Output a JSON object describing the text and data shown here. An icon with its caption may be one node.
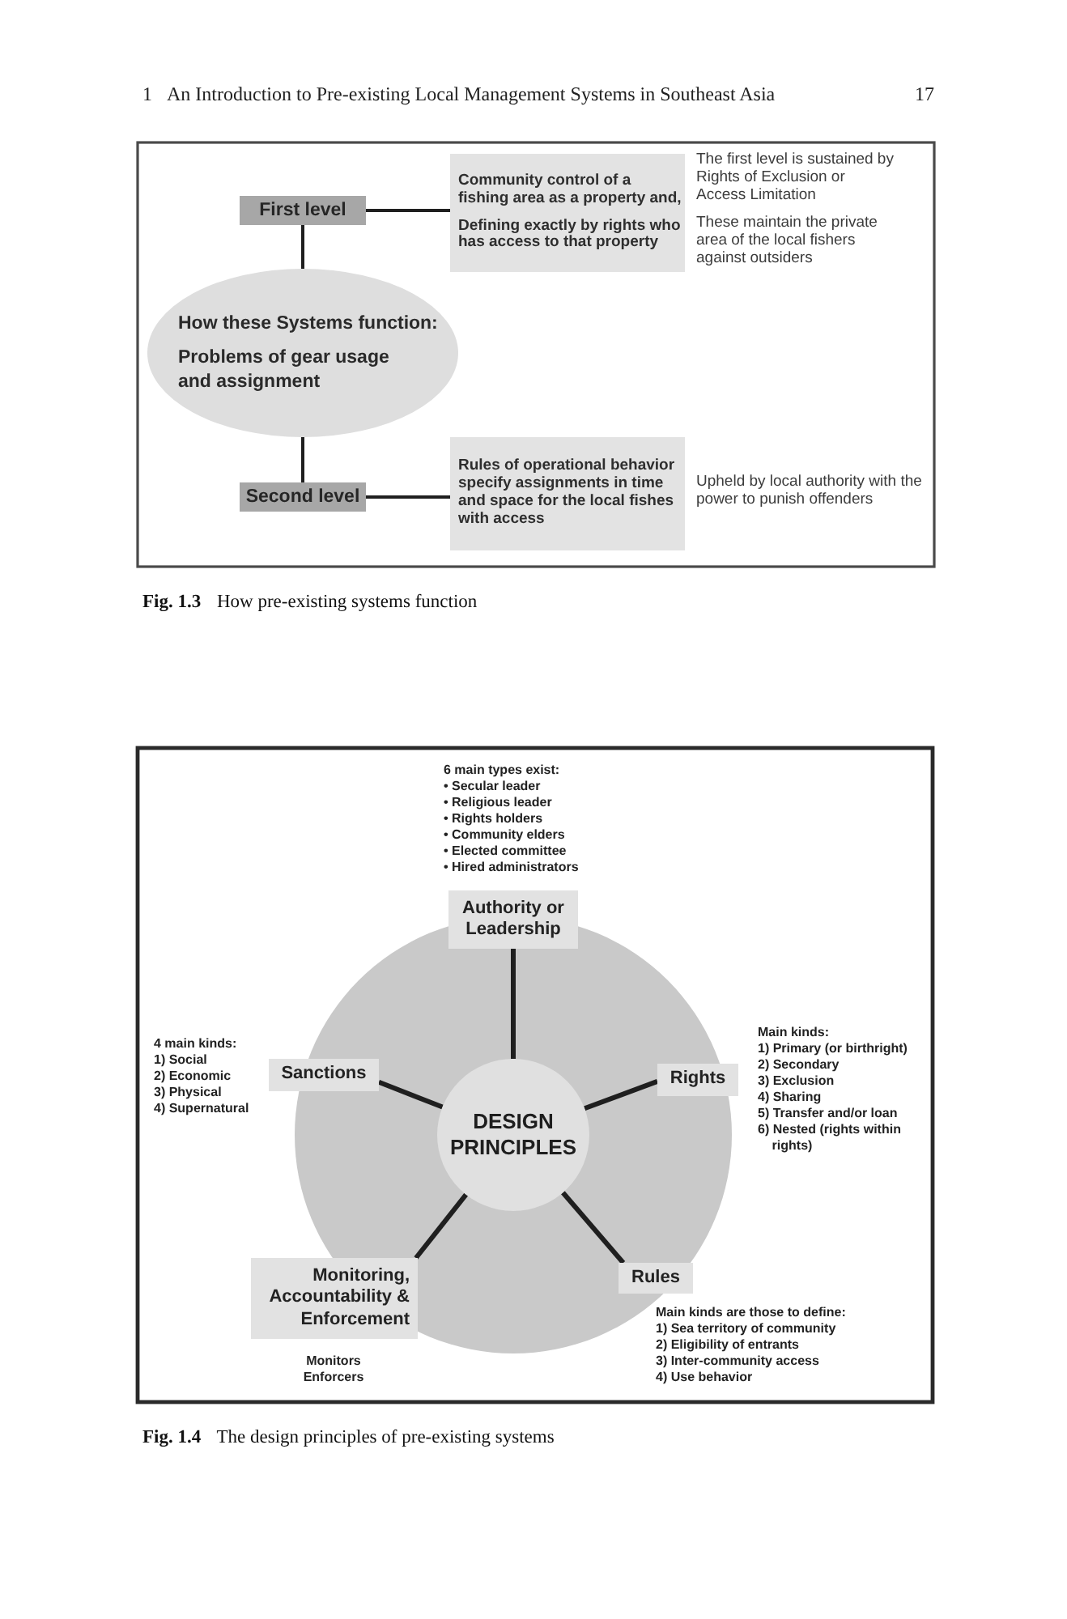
{
  "diagram": {
    "nodes": [
      {
        "text": [
          "First level"
        ]
      },
      {
        "text": [
          "Community control of a fishing area as a property and,",
          "Defining exactly by rights who has access to that property"
        ],
        "beside": [
          "The first level is sustained by Rights of Exclusion or Access Limitation",
          "These maintain the private area of the local fishers against outsiders"
        ]
      },
      {
        "text": [
          "How these Systems function:",
          "Problems of gear usage and assignment"
        ]
      },
      {
        "text": [
          "Second level"
        ]
      },
      {
        "text": [
          "Rules of operational behavior specify assignments in time and space for the local fishes with access"
        ],
        "beside": [
          "Upheld by local authority with the power to punish offenders"
        ]
      },
      {
        "text": [
          "Authority or Leadership"
        ],
        "beside": [
          "6 main types exist:",
          "• Secular leader",
          "• Religious leader",
          "• Rights holders",
          "• Community elders",
          "• Elected committee",
          "• Hired administrators"
        ]
      },
      {
        "text": [
          "Sanctions"
        ],
        "beside": [
          "4 main kinds:",
          "1) Social",
          "2) Economic",
          "3) Physical",
          "4) Supernatural"
        ]
      },
      {
        "text": [
          "DESIGN PRINCIPLES"
        ]
      },
      {
        "text": [
          "Rights"
        ],
        "beside": [
          "Main kinds:",
          "1) Primary (or birthright)",
          "2) Secondary",
          "3) Exclusion",
          "4) Sharing",
          "5) Transfer and/or loan",
          "6) Nested (rights within rights)"
        ]
      },
      {
        "text": [
          "Monitoring, Accountability & Enforcement"
        ],
        "beside": [
          "Monitors",
          "Enforcers"
        ]
      },
      {
        "text": [
          "Rules"
        ],
        "beside": [
          "Main kinds are those to define:",
          "1) Sea territory of community",
          "2) Eligibility of entrants",
          "3) Inter-community access",
          "4) Use behavior"
        ]
      }
    ],
    "edges": [
      {
        "from": 0,
        "to": 1,
        "arrow": "none"
      },
      {
        "from": 0,
        "to": 2,
        "arrow": "none"
      },
      {
        "from": 2,
        "to": 3,
        "arrow": "none"
      },
      {
        "from": 3,
        "to": 4,
        "arrow": "none"
      },
      {
        "from": 7,
        "to": 5,
        "arrow": "none"
      },
      {
        "from": 7,
        "to": 6,
        "arrow": "none"
      },
      {
        "from": 7,
        "to": 8,
        "arrow": "none"
      },
      {
        "from": 7,
        "to": 9,
        "arrow": "none"
      },
      {
        "from": 7,
        "to": 10,
        "arrow": "none"
      }
    ],
    "labels": [
      "1",
      "An Introduction to Pre-existing Local Management Systems in Southeast Asia",
      "17",
      "**Fig. 1.3** How pre-existing systems function",
      "**Fig. 1.4** The design principles of pre-existing systems"
    ]
  }
}
